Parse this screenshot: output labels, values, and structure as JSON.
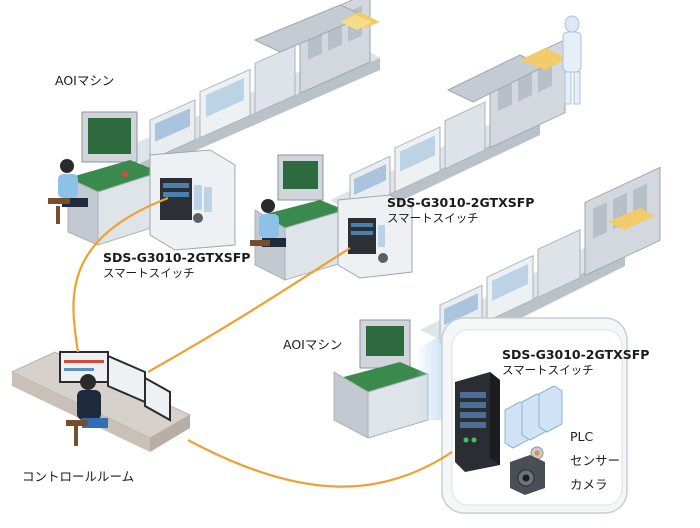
{
  "labels": {
    "aoi_top": "AOIマシン",
    "aoi_bottom": "AOIマシン",
    "control_room": "コントロールルーム",
    "switch_model": "SDS-G3010-2GTXSFP",
    "switch_sub": "スマートスイッチ"
  },
  "components": [
    "PLC",
    "センサー",
    "カメラ"
  ],
  "colors": {
    "cable": "#f0a030",
    "machine_light": "#eceff2",
    "machine_mid": "#cfd5db",
    "machine_dark": "#9ea6ae",
    "screen_green": "#2d6a3e",
    "conveyor_blue": "#a9c4dc",
    "highlight_blue": "#cfe3f4"
  }
}
